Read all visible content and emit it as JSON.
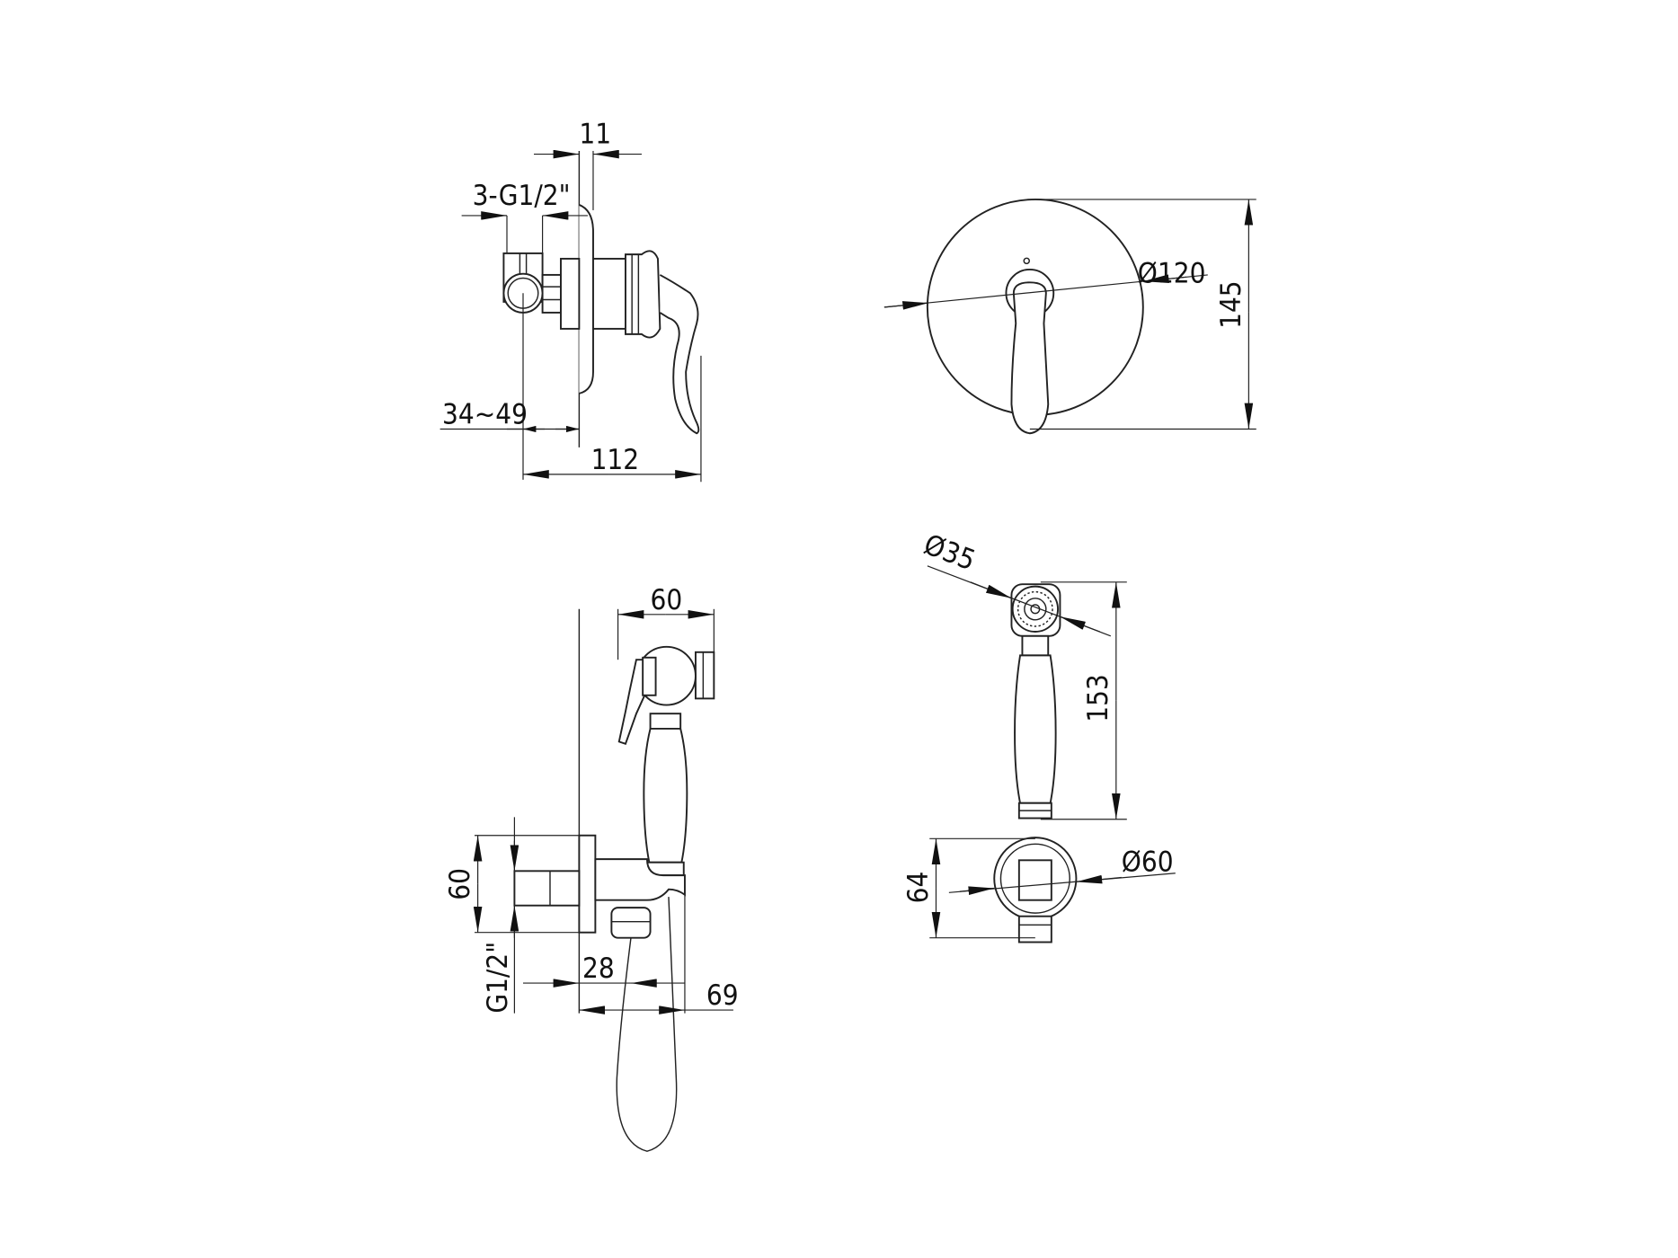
{
  "drawing": {
    "views": [
      {
        "name": "side-view-mixer",
        "dimensions": {
          "wall_plate": "11",
          "outlets": "3-G1/2\"",
          "depth_range": "34~49",
          "total_depth": "112"
        }
      },
      {
        "name": "front-view-mixer",
        "dimensions": {
          "plate_diameter": "Ø120",
          "height": "145"
        }
      },
      {
        "name": "side-view-sprayer",
        "dimensions": {
          "head_width": "60",
          "bracket_height": "60",
          "thread": "G1/2\"",
          "outlet_offset": "28",
          "projection": "69"
        }
      },
      {
        "name": "front-view-sprayer",
        "dimensions": {
          "head_diameter": "Ø35",
          "length": "153",
          "bracket_diameter": "Ø60",
          "bracket_height": "64"
        }
      }
    ],
    "line_color": "#222222",
    "background": "#ffffff"
  }
}
